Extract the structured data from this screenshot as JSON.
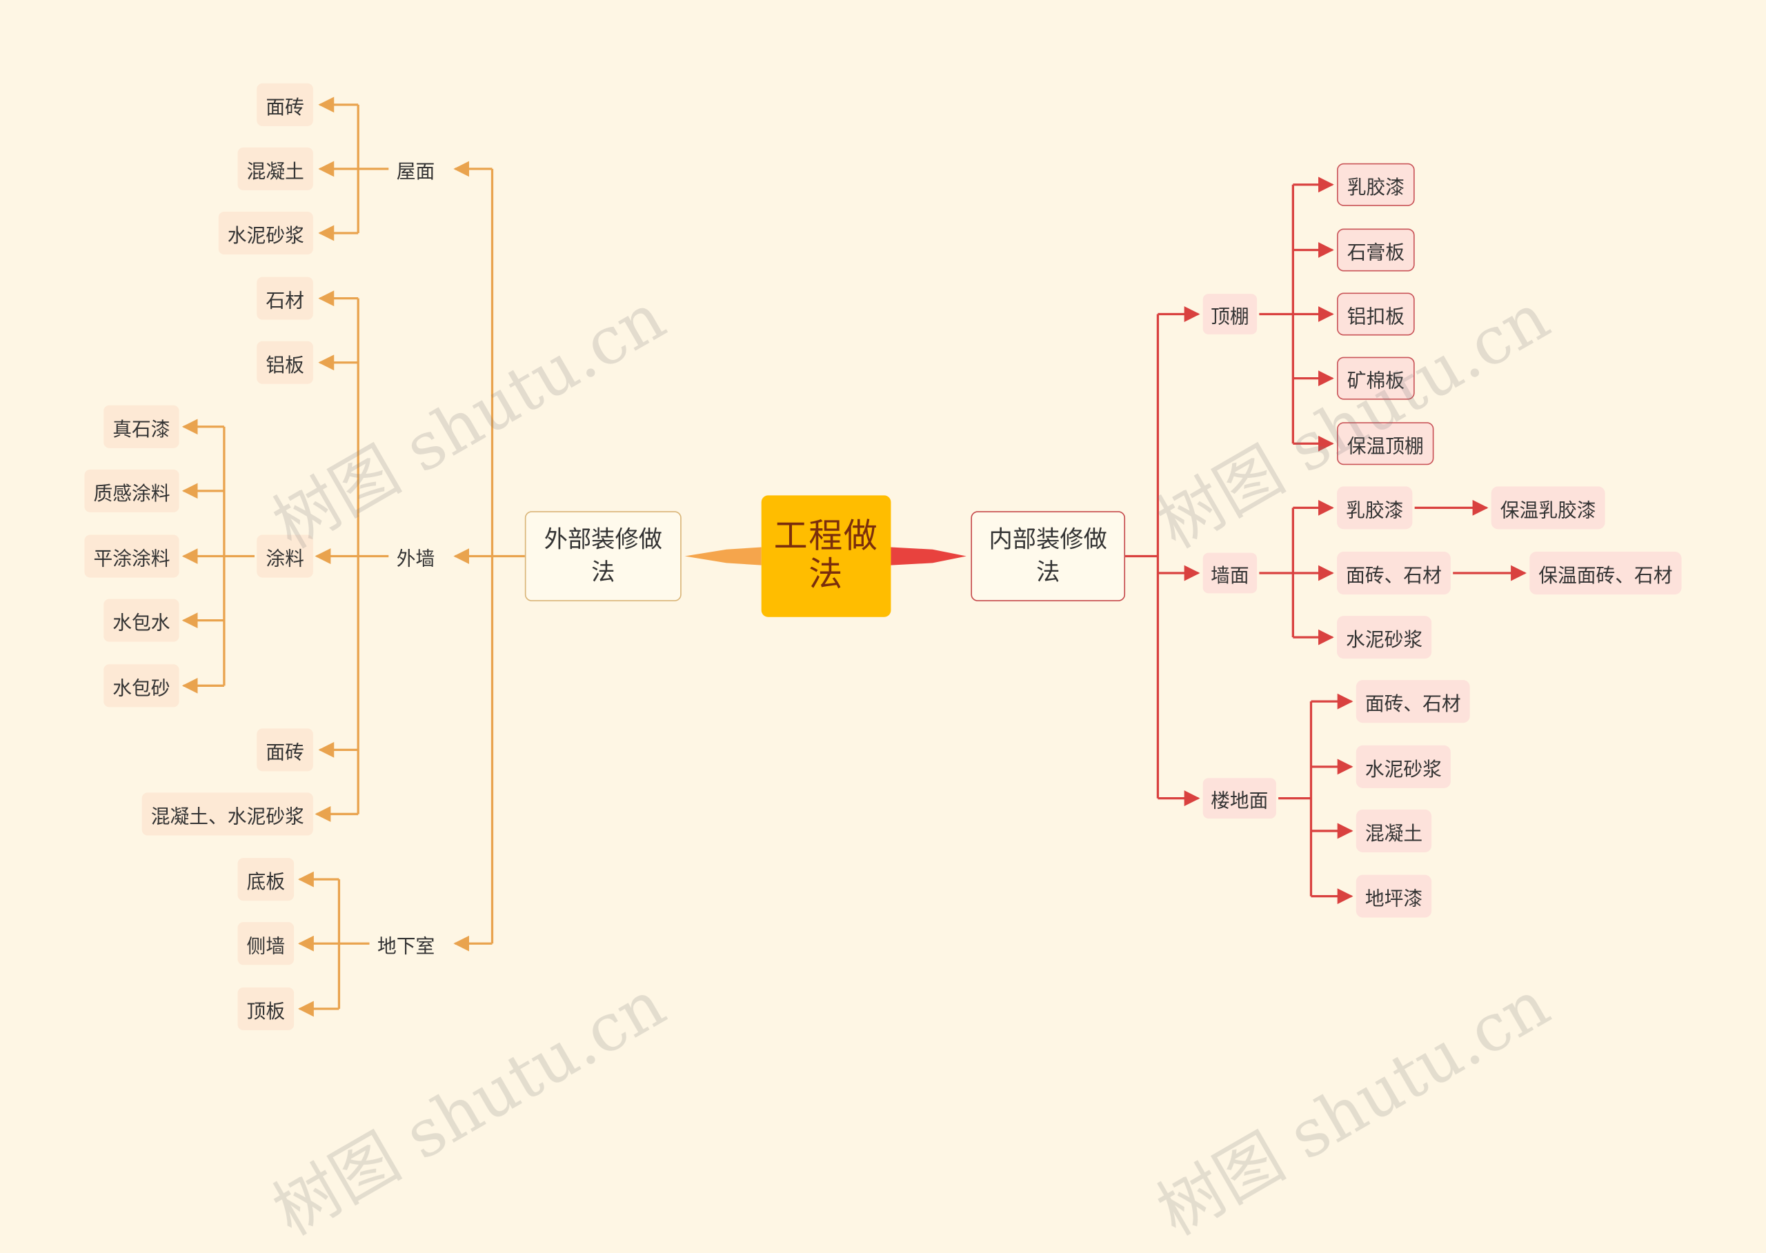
{
  "center": {
    "label": "工程做法"
  },
  "left_branch": {
    "label": "外部装修做法",
    "groups": [
      {
        "label": "屋面",
        "items": [
          "面砖",
          "混凝土",
          "水泥砂浆"
        ]
      },
      {
        "label": "外墙",
        "items": [
          "石材",
          "铝板",
          "涂料",
          "面砖",
          "混凝土、水泥砂浆"
        ],
        "sub": {
          "label": "涂料",
          "items": [
            "真石漆",
            "质感涂料",
            "平涂涂料",
            "水包水",
            "水包砂"
          ]
        }
      },
      {
        "label": "地下室",
        "items": [
          "底板",
          "侧墙",
          "顶板"
        ]
      }
    ]
  },
  "right_branch": {
    "label": "内部装修做法",
    "groups": [
      {
        "label": "顶棚",
        "items": [
          "乳胶漆",
          "石膏板",
          "铝扣板",
          "矿棉板",
          "保温顶棚"
        ]
      },
      {
        "label": "墙面",
        "items": [
          "乳胶漆",
          "面砖、石材",
          "水泥砂浆"
        ],
        "extensions": [
          "保温乳胶漆",
          "保温面砖、石材"
        ]
      },
      {
        "label": "楼地面",
        "items": [
          "面砖、石材",
          "水泥砂浆",
          "混凝土",
          "地坪漆"
        ]
      }
    ]
  },
  "watermark": "树图 shutu.cn",
  "colors": {
    "left_line": "#e9a34e",
    "right_line": "#d9413f",
    "center_fill": "#ffbd00"
  }
}
